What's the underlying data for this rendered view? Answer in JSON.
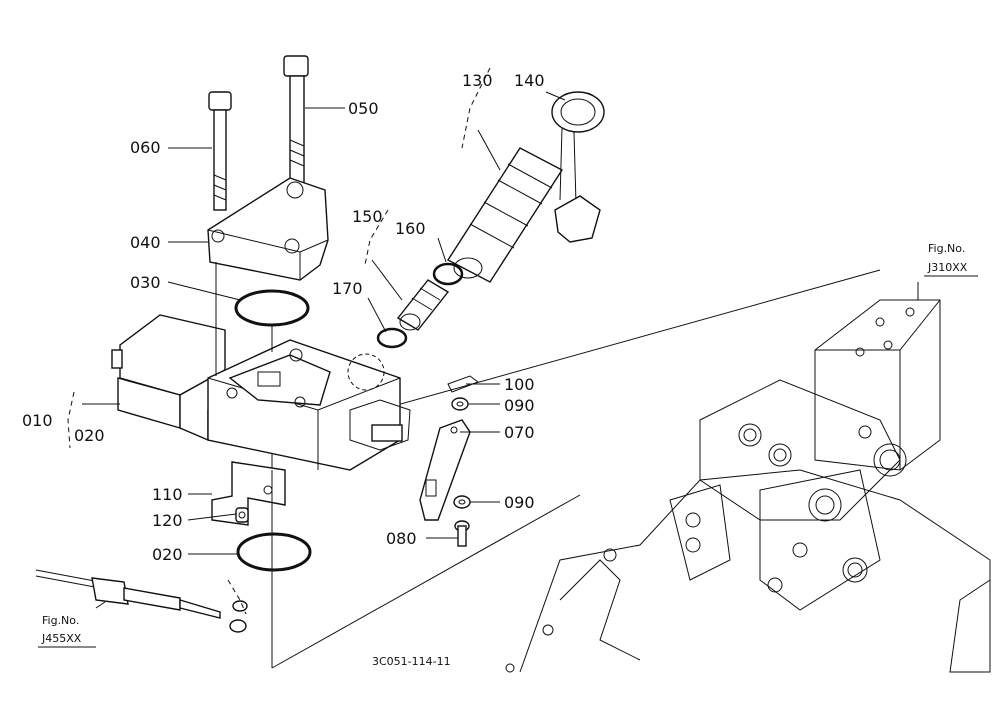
{
  "callouts": {
    "p010": "010",
    "p020a": "020",
    "p020b": "020",
    "p030": "030",
    "p040": "040",
    "p050": "050",
    "p060": "060",
    "p070": "070",
    "p080": "080",
    "p090a": "090",
    "p090b": "090",
    "p100": "100",
    "p110": "110",
    "p120": "120",
    "p130": "130",
    "p140": "140",
    "p150": "150",
    "p160": "160",
    "p170": "170"
  },
  "figure_refs": {
    "right": {
      "line1": "Fig.No.",
      "line2": "J310XX"
    },
    "left": {
      "line1": "Fig.No.",
      "line2": "J455XX"
    }
  },
  "drawing_number": "3C051-114-11"
}
